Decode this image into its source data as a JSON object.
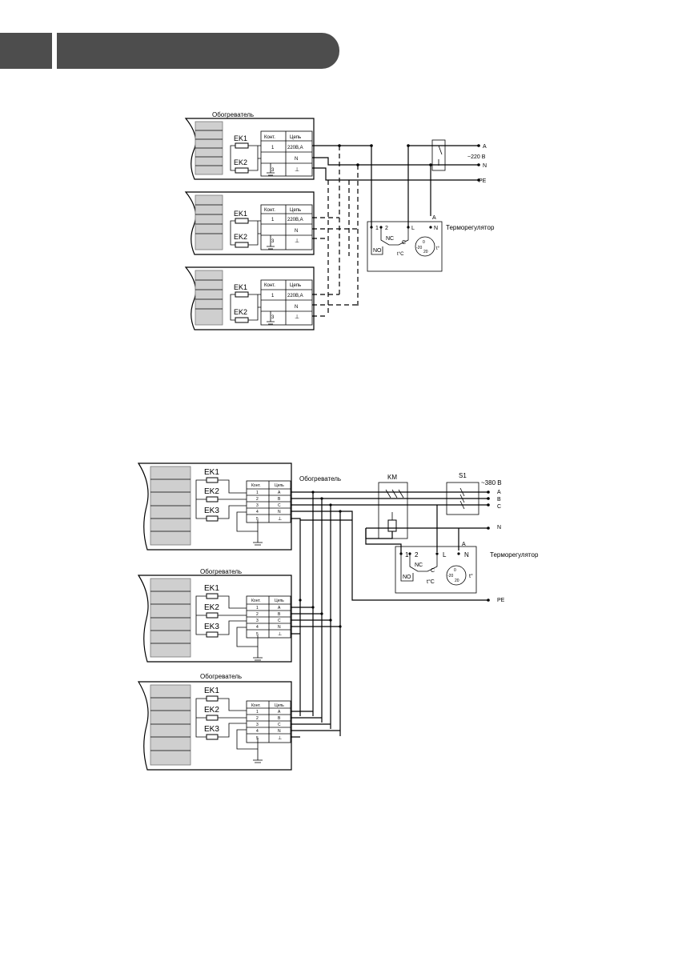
{
  "header": {
    "title": ""
  },
  "diagram1": {
    "heater_label": "Обогреватель",
    "elements": [
      "EK1",
      "EK2"
    ],
    "table_headers": [
      "Конт.",
      "Цепь"
    ],
    "rows": [
      {
        "contact": "1",
        "circuit": "220B,A"
      },
      {
        "contact": "",
        "circuit": "N"
      },
      {
        "contact": "3",
        "circuit": "⊥"
      }
    ],
    "supply": {
      "phase": "A",
      "voltage": "~220 В",
      "neutral": "N",
      "pe": "PE"
    },
    "thermostat": {
      "label": "Терморегулятор",
      "t1": "1",
      "t2": "2",
      "tL": "L",
      "tN": "N",
      "tA": "A",
      "nc": "NC",
      "no": "NO",
      "c": "C",
      "tc": "t°C",
      "dial_unit": "t°",
      "dial_values": [
        "0",
        "-20",
        "20"
      ]
    }
  },
  "diagram2": {
    "heater_label": "Обогреватель",
    "elements": [
      "EK1",
      "EK2",
      "EK3"
    ],
    "table_headers": [
      "Конт.",
      "Цепь"
    ],
    "rows": [
      {
        "contact": "1",
        "circuit": "A"
      },
      {
        "contact": "2",
        "circuit": "B"
      },
      {
        "contact": "3",
        "circuit": "C"
      },
      {
        "contact": "4",
        "circuit": "N"
      },
      {
        "contact": "5",
        "circuit": "⊥"
      }
    ],
    "contactor": "KM",
    "switch": "S1",
    "supply": {
      "voltage": "~380 В",
      "phases": [
        "A",
        "B",
        "C"
      ],
      "neutral": "N",
      "pe": "PE"
    },
    "thermostat": {
      "label": "Терморегулятор",
      "t1": "1",
      "t2": "2",
      "tL": "L",
      "tN": "N",
      "tA": "A",
      "nc": "NC",
      "no": "NO",
      "c": "C",
      "tc": "t°C",
      "dial_unit": "t°",
      "dial_values": [
        "0",
        "-20",
        "20"
      ]
    }
  }
}
